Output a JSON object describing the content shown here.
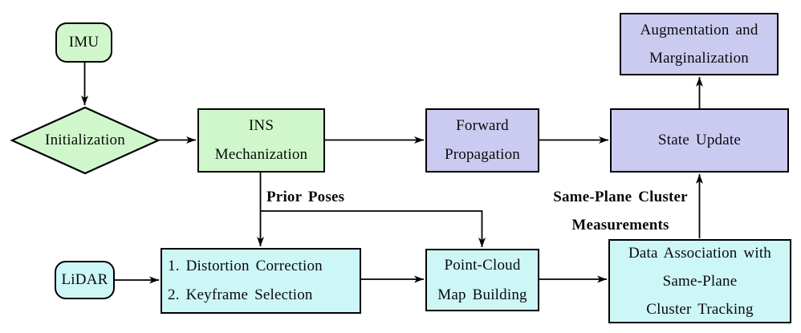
{
  "colors": {
    "green": "#d0f7cc",
    "purple": "#cbcbf1",
    "cyan": "#cdf6f7",
    "stroke": "#000000",
    "text": "#0a0a0a",
    "background": "#ffffff"
  },
  "nodes": {
    "imu": {
      "label": "IMU"
    },
    "initialization": {
      "label": "Initialization"
    },
    "ins_mechanization": {
      "lines": [
        "INS",
        "Mechanization"
      ]
    },
    "forward_propagation": {
      "lines": [
        "Forward",
        "Propagation"
      ]
    },
    "state_update": {
      "label": "State Update"
    },
    "augmentation_marginalization": {
      "lines": [
        "Augmentation and",
        "Marginalization"
      ]
    },
    "lidar": {
      "label": "LiDAR"
    },
    "lidar_preprocessing": {
      "lines": [
        "1. Distortion Correction",
        "2. Keyframe Selection"
      ]
    },
    "point_cloud_map_building": {
      "lines": [
        "Point-Cloud",
        "Map Building"
      ]
    },
    "data_association": {
      "lines": [
        "Data Association with",
        "Same-Plane",
        "Cluster Tracking"
      ]
    }
  },
  "edge_labels": {
    "prior_poses": "Prior Poses",
    "same_plane_cluster_measurements": {
      "lines": [
        "Same-Plane Cluster",
        "Measurements"
      ]
    }
  }
}
